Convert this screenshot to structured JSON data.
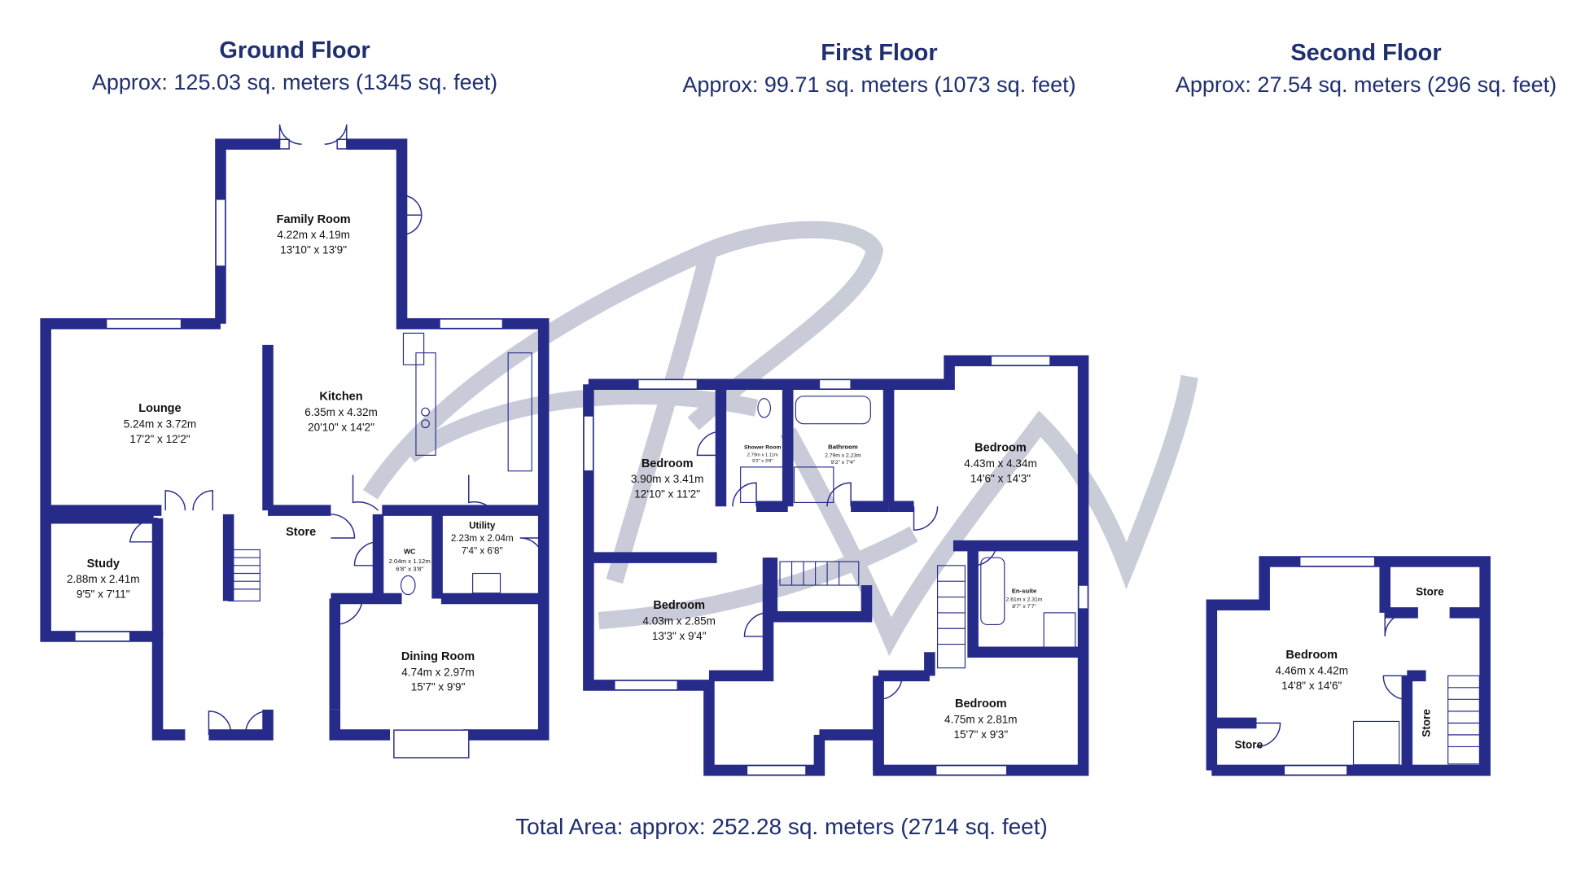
{
  "floors": [
    {
      "title": "Ground Floor",
      "area": "Approx:  125.03 sq. meters (1345 sq. feet)"
    },
    {
      "title": "First Floor",
      "area": "Approx:  99.71 sq. meters (1073 sq. feet)"
    },
    {
      "title": "Second Floor",
      "area": "Approx:  27.54 sq. meters (296 sq. feet)"
    }
  ],
  "rooms": {
    "family_room": {
      "name": "Family Room",
      "metric": "4.22m x 4.19m",
      "imperial": "13'10\" x 13'9\""
    },
    "lounge": {
      "name": "Lounge",
      "metric": "5.24m x 3.72m",
      "imperial": "17'2\" x 12'2\""
    },
    "kitchen": {
      "name": "Kitchen",
      "metric": "6.35m x 4.32m",
      "imperial": "20'10\" x 14'2\""
    },
    "study": {
      "name": "Study",
      "metric": "2.88m x 2.41m",
      "imperial": "9'5\" x 7'11\""
    },
    "store_ground": {
      "name": "Store"
    },
    "wc": {
      "name": "WC",
      "metric": "2.04m x 1.12m",
      "imperial": "6'8\" x 3'8\""
    },
    "utility": {
      "name": "Utility",
      "metric": "2.23m x 2.04m",
      "imperial": "7'4\" x 6'8\""
    },
    "dining_room": {
      "name": "Dining Room",
      "metric": "4.74m x 2.97m",
      "imperial": "15'7\" x 9'9\""
    },
    "bedroom_1": {
      "name": "Bedroom",
      "metric": "3.90m x 3.41m",
      "imperial": "12'10\" x 11'2\""
    },
    "shower_room": {
      "name": "Shower Room",
      "metric": "2.79m x 1.11m",
      "imperial": "9'2\" x 3'8\""
    },
    "bathroom": {
      "name": "Bathroom",
      "metric": "2.79m x 2.23m",
      "imperial": "9'2\" x 7'4\""
    },
    "bedroom_2": {
      "name": "Bedroom",
      "metric": "4.43m x 4.34m",
      "imperial": "14'6\" x 14'3\""
    },
    "bedroom_3": {
      "name": "Bedroom",
      "metric": "4.03m x 2.85m",
      "imperial": "13'3\" x 9'4\""
    },
    "en_suite": {
      "name": "En-suite",
      "metric": "2.61m x 2.31m",
      "imperial": "8'7\" x 7'7\""
    },
    "bedroom_4": {
      "name": "Bedroom",
      "metric": "4.75m x 2.81m",
      "imperial": "15'7\" x 9'3\""
    },
    "bedroom_5": {
      "name": "Bedroom",
      "metric": "4.46m x 4.42m",
      "imperial": "14'8\" x 14'6\""
    },
    "store_top": {
      "name": "Store"
    },
    "store_side": {
      "name": "Store"
    },
    "store_bottom": {
      "name": "Store"
    }
  },
  "total": "Total Area: approx: 252.28 sq. meters (2714 sq. feet)",
  "colors": {
    "wall": "#262b8a",
    "heading": "#1f2f6f",
    "watermark": "#b7bccb"
  }
}
